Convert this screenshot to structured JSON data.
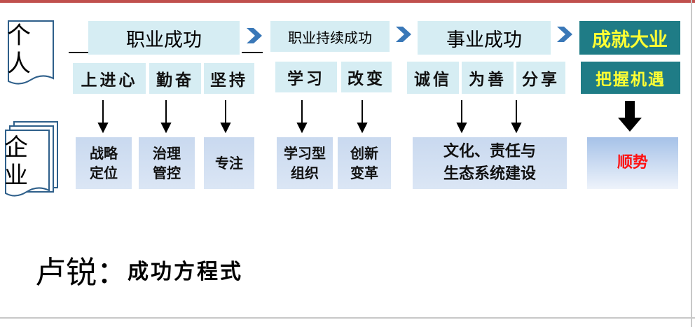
{
  "side": {
    "person": "个人",
    "enterprise": "企业"
  },
  "stages": [
    {
      "label": "职业成功"
    },
    {
      "label": "职业持续成功"
    },
    {
      "label": "事业成功"
    },
    {
      "label": "成就大业"
    }
  ],
  "qualities": [
    "上进心",
    "勤奋",
    "坚持",
    "学习",
    "改变",
    "诚信",
    "为善",
    "分享",
    "把握机遇"
  ],
  "enterprise_items": [
    "战略\n定位",
    "治理\n管控",
    "专注",
    "学习型\n组织",
    "创新\n变革",
    "文化、责任与\n生态系统建设",
    "顺势"
  ],
  "footer": {
    "name": "卢锐：",
    "formula": "成功方程式"
  },
  "colors": {
    "light_box": "#d6edf3",
    "dark_box": "#1f7c86",
    "highlight_text": "#ffff33",
    "chevron": "#3a78b8",
    "red_text": "#ff1010"
  }
}
